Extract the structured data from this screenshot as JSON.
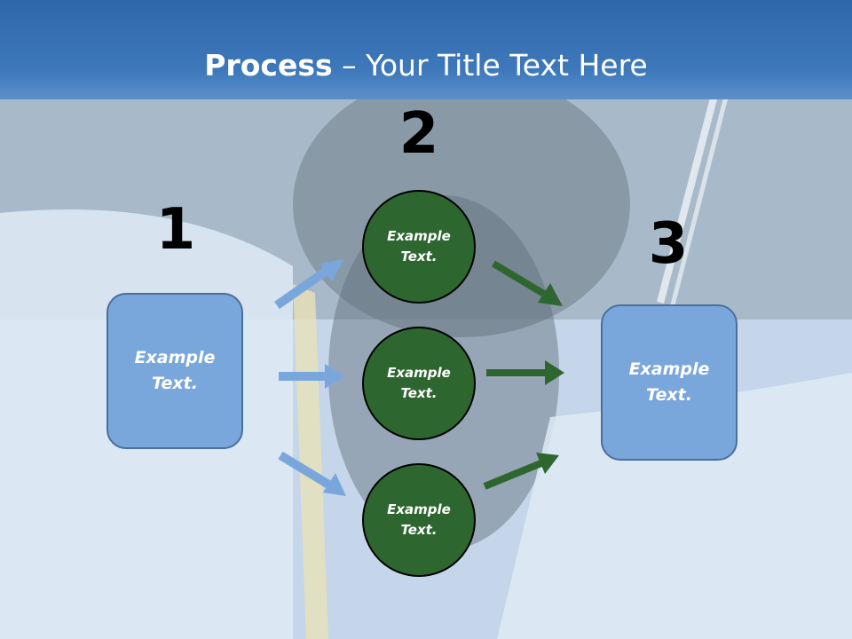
{
  "title": {
    "bold": "Process",
    "rest": " – Your Title Text Here"
  },
  "steps": [
    {
      "number": "1",
      "label": "Example\nText."
    },
    {
      "number": "2",
      "label": "Example\nText."
    },
    {
      "number": "3",
      "label": "Example\nText."
    }
  ],
  "circles": [
    {
      "label": "Example\nText."
    },
    {
      "label": "Example\nText."
    },
    {
      "label": "Example\nText."
    }
  ],
  "colors": {
    "title_bar": "#3d78bb",
    "box_fill": "#7aa7db",
    "circle_fill": "#2e6630",
    "blue_arrow": "#7aa7db",
    "green_arrow": "#2e6630"
  }
}
